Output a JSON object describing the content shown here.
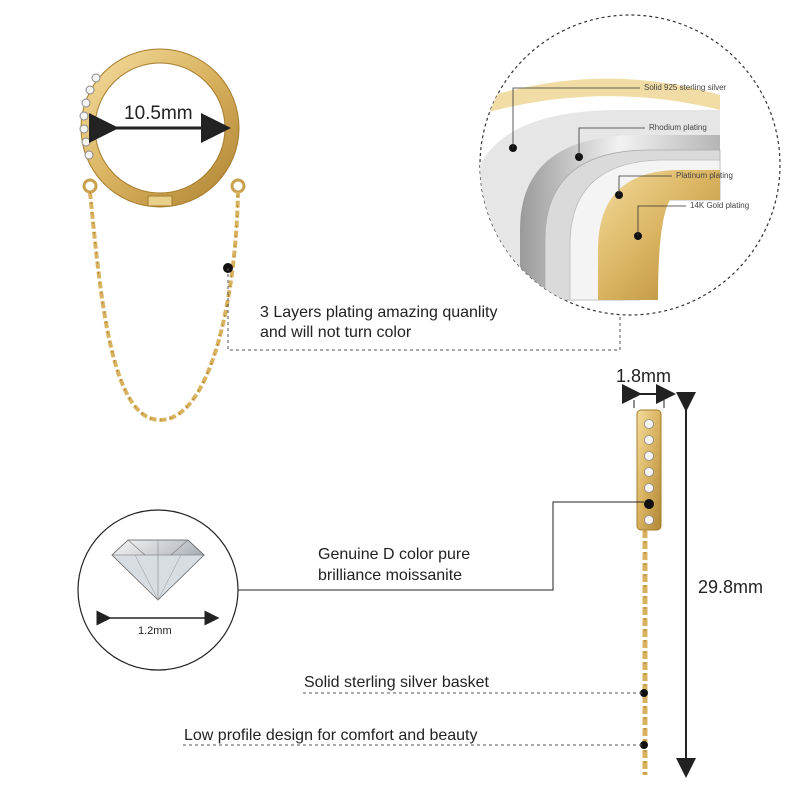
{
  "colors": {
    "gold": "#d9b25f",
    "gold_light": "#f0d896",
    "gold_dark": "#a67c2d",
    "silver": "#c9c9c9",
    "line": "#222222"
  },
  "hoop": {
    "inner_diameter": "10.5mm"
  },
  "plating_detail": {
    "layers": [
      "Solid 925 sterling silver",
      "Rhodium plating",
      "Platinum plating",
      "14K Gold plating"
    ],
    "caption_line1": "3 Layers plating amazing quanlity",
    "caption_line2": "and will not turn color"
  },
  "side_view": {
    "width": "1.8mm",
    "height": "29.8mm"
  },
  "stone": {
    "size": "1.2mm",
    "caption_line1": "Genuine D color pure",
    "caption_line2": "brilliance moissanite"
  },
  "features": {
    "basket": "Solid sterling silver basket",
    "profile": "Low profile design for comfort and beauty"
  }
}
